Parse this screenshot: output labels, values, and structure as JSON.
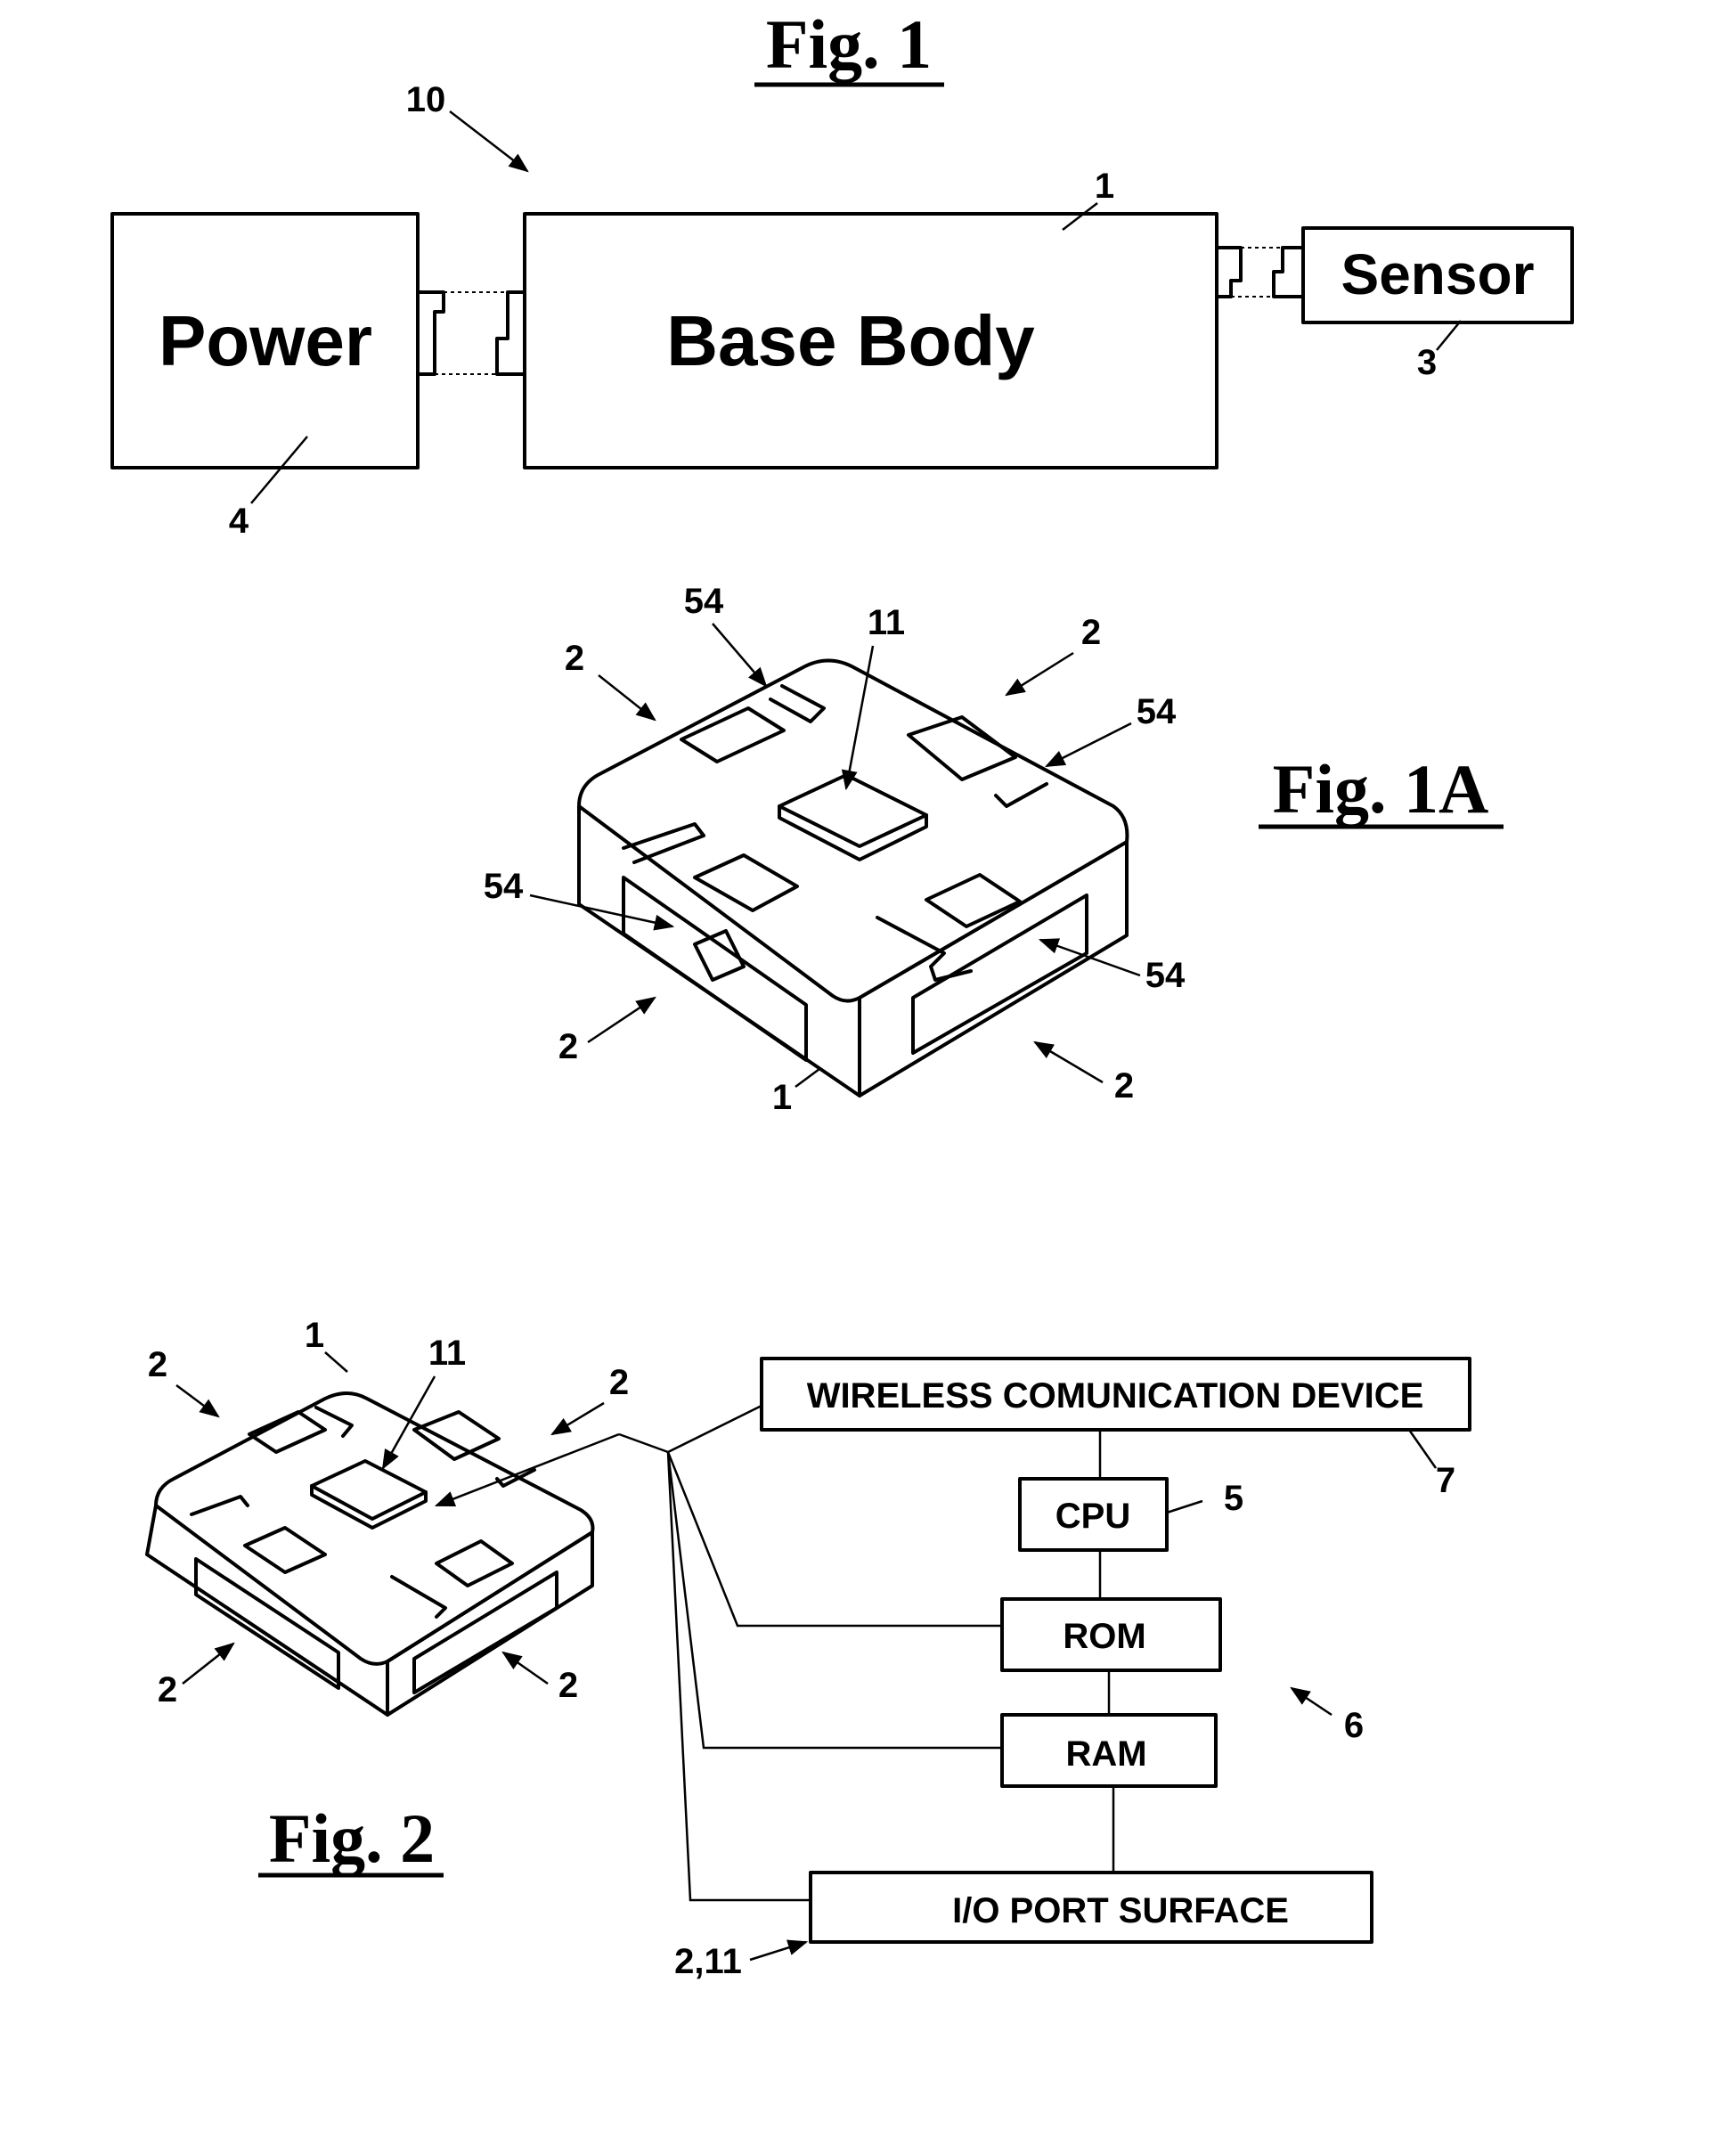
{
  "fig1": {
    "title": "Fig. 1",
    "power_label": "Power",
    "base_label": "Base Body",
    "sensor_label": "Sensor",
    "ref_10": "10",
    "ref_1": "1",
    "ref_3": "3",
    "ref_4": "4"
  },
  "fig1a": {
    "title": "Fig. 1A",
    "ref_54a": "54",
    "ref_11": "11",
    "ref_2a": "2",
    "ref_2b": "2",
    "ref_54b": "54",
    "ref_54c": "54",
    "ref_54d": "54",
    "ref_2c": "2",
    "ref_1": "1",
    "ref_2d": "2"
  },
  "fig2": {
    "title": "Fig. 2",
    "ref_1": "1",
    "ref_11": "11",
    "ref_2a": "2",
    "ref_2b": "2",
    "ref_2c": "2",
    "ref_2d": "2",
    "wireless_label": "WIRELESS COMUNICATION DEVICE",
    "cpu_label": "CPU",
    "rom_label": "ROM",
    "ram_label": "RAM",
    "io_label": "I/O PORT SURFACE",
    "ref_7": "7",
    "ref_5": "5",
    "ref_6": "6",
    "ref_211": "2,11"
  }
}
